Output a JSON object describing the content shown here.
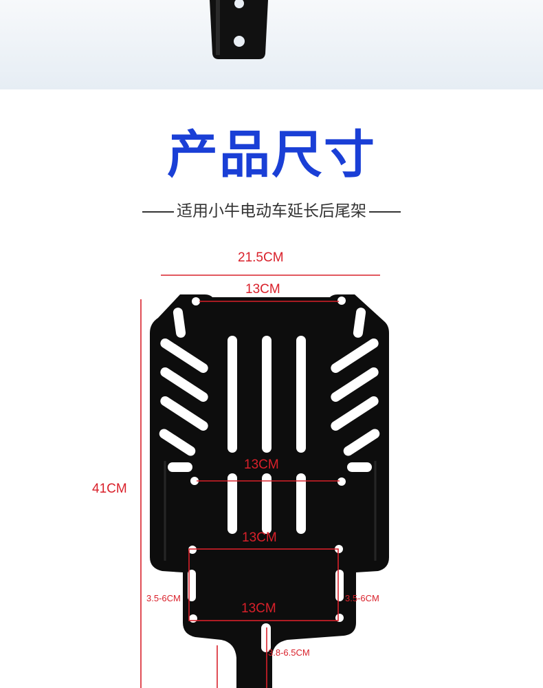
{
  "theme": {
    "title_color": "#1a3fd6",
    "dimension_color": "#d9202a",
    "plate_color": "#0d0d0d"
  },
  "header": {
    "title": "产品尺寸",
    "subtitle": "适用小牛电动车延长后尾架"
  },
  "dimensions": {
    "overall_width": "21.5CM",
    "top_holes": "13CM",
    "middle_holes": "13CM",
    "lower_top": "13CM",
    "lower_bottom": "13CM",
    "overall_height": "41CM",
    "left_slot": "3.5-6CM",
    "right_slot": "3.5-6CM",
    "center_slot": "3.8-6.5CM"
  },
  "icons": {
    "bracket": "rear-rack-plate-icon",
    "top_bracket": "mount-bracket-icon"
  }
}
